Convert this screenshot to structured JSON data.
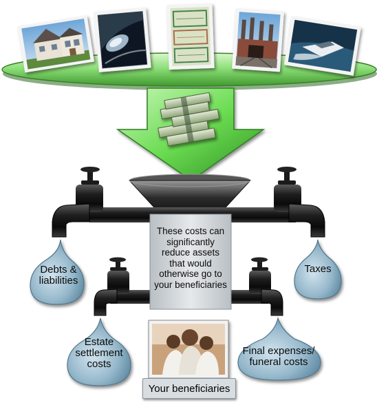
{
  "labels": {
    "center_text": [
      "These costs can",
      "significantly",
      "reduce assets",
      "that would",
      "otherwise go to",
      "your beneficiaries"
    ],
    "debts": [
      "Debts &",
      "liabilities"
    ],
    "taxes": [
      "Taxes"
    ],
    "estate": [
      "Estate",
      "settlement",
      "costs"
    ],
    "final_expenses": [
      "Final expenses/",
      "funeral costs"
    ],
    "beneficiaries": "Your beneficiaries"
  },
  "colors": {
    "platter_green": "#7fd66a",
    "arrow_green": "#62d94a",
    "pipe_dark": "#1c1c1c",
    "drop_blue": "#8fb3c7",
    "panel_grey": "#d6dadd"
  },
  "icons": {
    "photo_1": "house-photo-icon",
    "photo_2": "car-photo-icon",
    "photo_3": "stock-certificates-photo-icon",
    "photo_4": "business-building-photo-icon",
    "photo_5": "boat-photo-icon",
    "money": "cash-stack-icon",
    "family": "family-photo-icon"
  }
}
